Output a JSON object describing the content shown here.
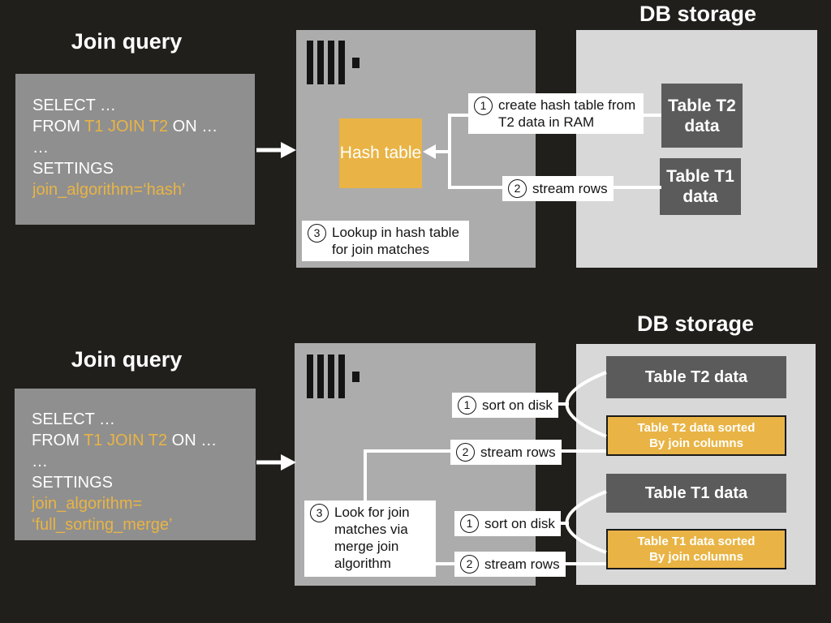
{
  "colors": {
    "background": "#201F1B",
    "accent_orange": "#E9B445",
    "query_box_gray": "#8F8F8F",
    "server_box_gray": "#ACACAC",
    "db_storage_gray": "#D8D8D8",
    "table_dark_gray": "#5B5B5B",
    "line_white": "#FFFFFF"
  },
  "top": {
    "query_title": "Join query",
    "storage_title": "DB storage",
    "sql": {
      "line1": "SELECT …",
      "from_kw": "FROM ",
      "join_expr": "T1 JOIN T2",
      "on_part": " ON …",
      "ellipsis": "…",
      "settings_kw": "SETTINGS",
      "algorithm": "join_algorithm=‘hash’"
    },
    "hash_table_label": "Hash table",
    "steps": [
      {
        "num": "1",
        "text": "create hash table from T2 data in RAM"
      },
      {
        "num": "2",
        "text": "stream rows"
      },
      {
        "num": "3",
        "text": "Lookup in hash table for join matches"
      }
    ],
    "tables": [
      {
        "label": "Table T2 data"
      },
      {
        "label": "Table T1 data"
      }
    ]
  },
  "bottom": {
    "query_title": "Join query",
    "storage_title": "DB storage",
    "sql": {
      "line1": "SELECT …",
      "from_kw": "FROM ",
      "join_expr": "T1 JOIN T2",
      "on_part": " ON …",
      "ellipsis": "…",
      "settings_kw": "SETTINGS",
      "algorithm_line1": "join_algorithm=",
      "algorithm_line2": "‘full_sorting_merge’"
    },
    "steps": [
      {
        "num": "1",
        "text": "sort on disk"
      },
      {
        "num": "2",
        "text": "stream rows"
      },
      {
        "num": "3",
        "text": "Look for join matches via merge join algorithm"
      },
      {
        "num": "1",
        "text": "sort on disk"
      },
      {
        "num": "2",
        "text": "stream rows"
      }
    ],
    "tables": [
      {
        "label": "Table T2 data"
      },
      {
        "line1": "Table T2 data sorted",
        "line2": "By join columns"
      },
      {
        "label": "Table T1 data"
      },
      {
        "line1": "Table T1 data sorted",
        "line2": "By join columns"
      }
    ]
  }
}
